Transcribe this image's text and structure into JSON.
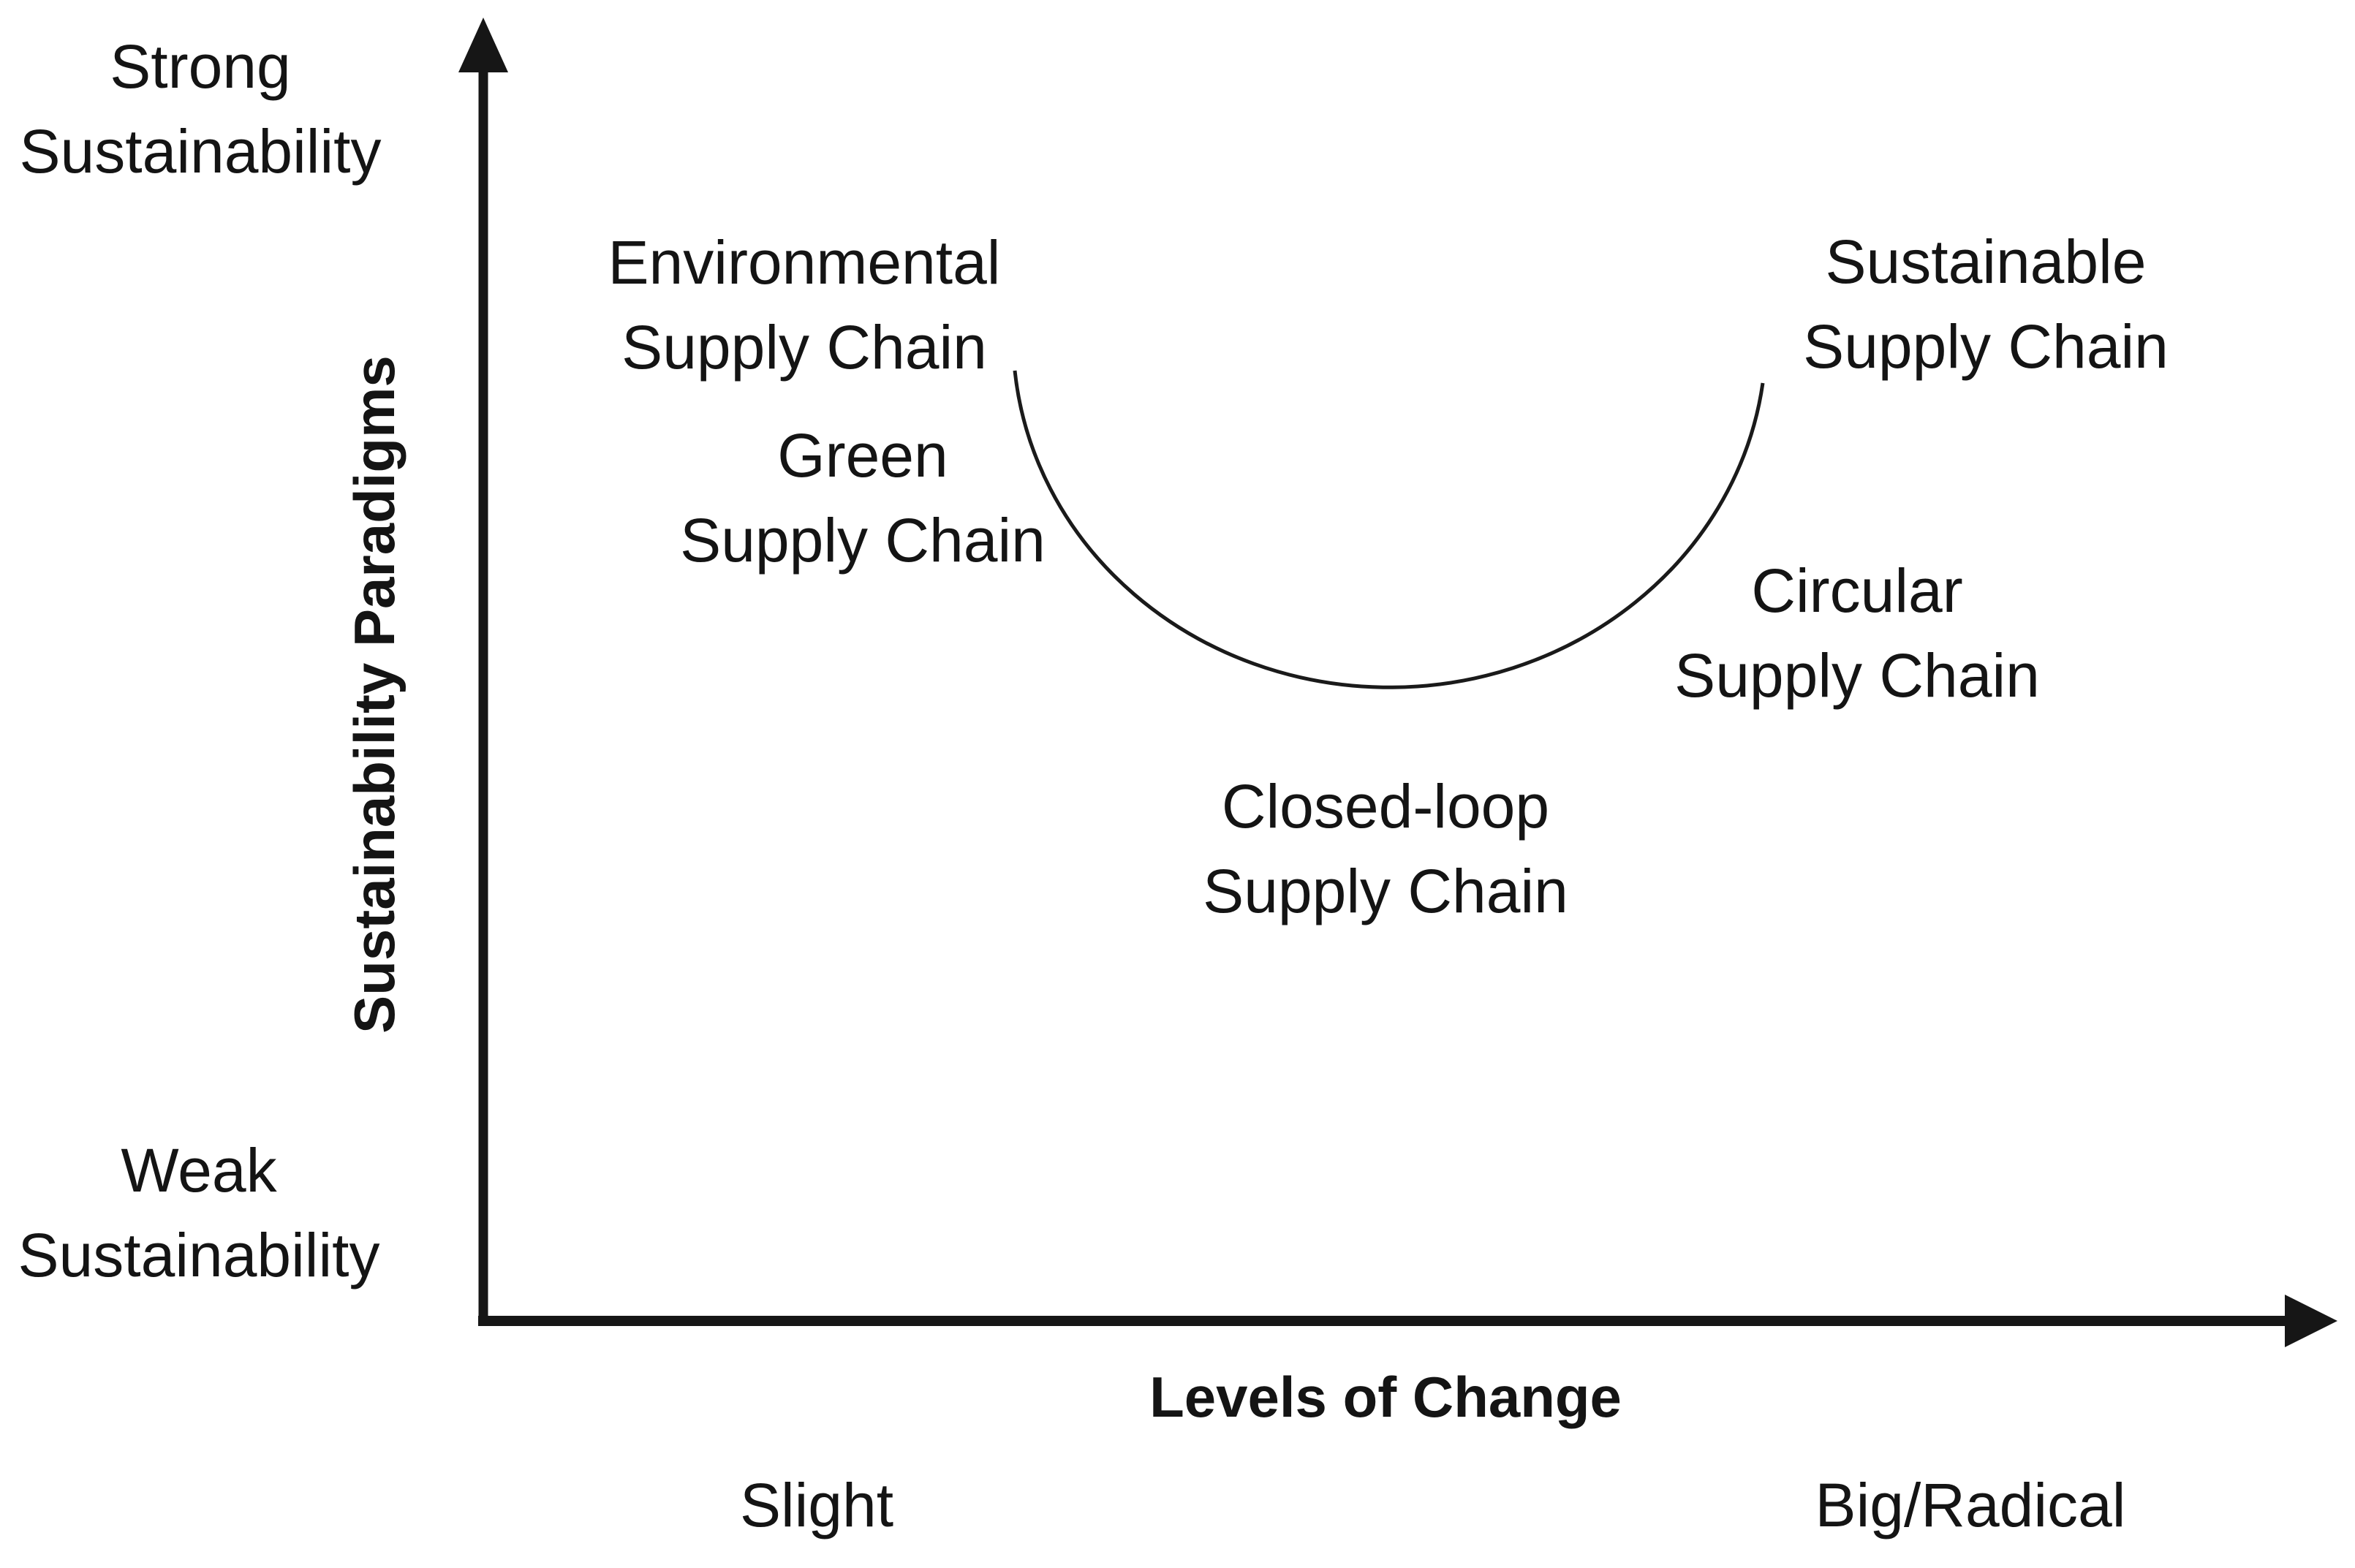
{
  "figure": {
    "type": "conceptual-axis-diagram",
    "background_color": "#ffffff",
    "ink_color": "#161616"
  },
  "y_axis": {
    "title": "Sustainability Paradigms",
    "max_label": "Strong\nSustainability",
    "min_label": "Weak\nSustainability"
  },
  "x_axis": {
    "title": "Levels of Change",
    "min_label": "Slight",
    "max_label": "Big/Radical"
  },
  "paradigms": {
    "environmental": "Environmental\nSupply Chain",
    "green": "Green\nSupply Chain",
    "sustainable": "Sustainable\nSupply Chain",
    "circular": "Circular\nSupply Chain",
    "closed_loop": "Closed-loop\nSupply Chain"
  },
  "curve": {
    "shape": "u-shaped-arc",
    "connects": "Environmental Supply Chain (slight change) to Sustainable Supply Chain (big/radical change) through Closed-loop Supply Chain"
  }
}
